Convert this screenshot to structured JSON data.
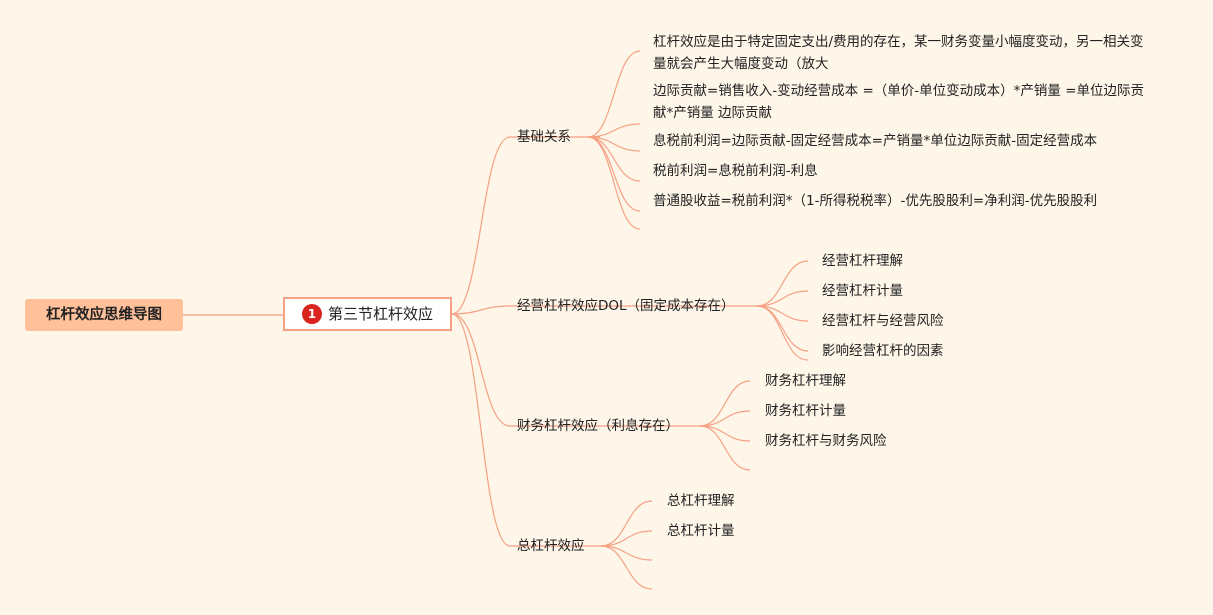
{
  "root": {
    "label": "杠杆效应思维导图"
  },
  "main": {
    "badge": "1",
    "label": "第三节杠杆效应"
  },
  "branches": {
    "basic": {
      "label": "基础关系",
      "items": [
        "杠杆效应是由于特定固定支出/费用的存在，某一财务变量小幅度变动，另一相关变量就会产生大幅度变动（放大",
        "边际贡献=销售收入-变动经营成本 =（单价-单位变动成本）*产销量 =单位边际贡献*产销量 边际贡献",
        "息税前利润=边际贡献-固定经营成本=产销量*单位边际贡献-固定经营成本",
        "税前利润=息税前利润-利息",
        "普通股收益=税前利润*（1-所得税税率）-优先股股利=净利润-优先股股利"
      ]
    },
    "operating": {
      "label": "经营杠杆效应DOL（固定成本存在）",
      "items": [
        "经营杠杆理解",
        "经营杠杆计量",
        "经营杠杆与经营风险",
        "影响经营杠杆的因素"
      ]
    },
    "financial": {
      "label": "财务杠杆效应（利息存在）",
      "items": [
        "财务杠杆理解",
        "财务杠杆计量",
        "财务杠杆与财务风险"
      ]
    },
    "total": {
      "label": "总杠杆效应",
      "items": [
        "总杠杆理解",
        "总杠杆计量"
      ]
    }
  },
  "colors": {
    "background": "#fdf6e9",
    "root_fill": "#ffc09a",
    "link": "#f6a184",
    "badge": "#d9251d"
  }
}
